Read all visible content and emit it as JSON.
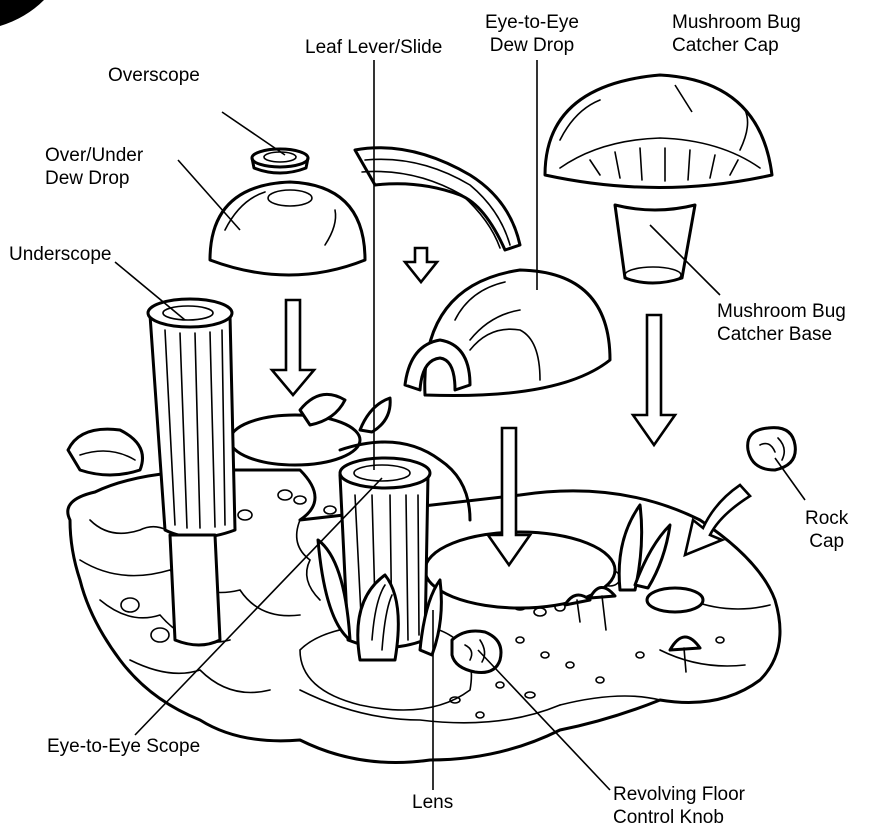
{
  "labels": {
    "leaf_lever": "Leaf Lever/Slide",
    "eye_dew_drop": [
      "Eye-to-Eye",
      "Dew Drop"
    ],
    "mushroom_cap": [
      "Mushroom Bug",
      "Catcher Cap"
    ],
    "overscope": "Overscope",
    "over_under_dew_drop": [
      "Over/Under",
      "Dew Drop"
    ],
    "underscope": "Underscope",
    "mushroom_base": [
      "Mushroom Bug",
      "Catcher Base"
    ],
    "rock_cap": [
      "Rock",
      "Cap"
    ],
    "eye_scope": "Eye-to-Eye Scope",
    "lens": "Lens",
    "revolving_knob": [
      "Revolving Floor",
      "Control Knob"
    ]
  },
  "icons": {
    "assembly_arrow": "down-arrow-outline",
    "curved_arrow": "curved-arrow-outline"
  },
  "colors": {
    "ink": "#000000",
    "paper": "#ffffff"
  }
}
